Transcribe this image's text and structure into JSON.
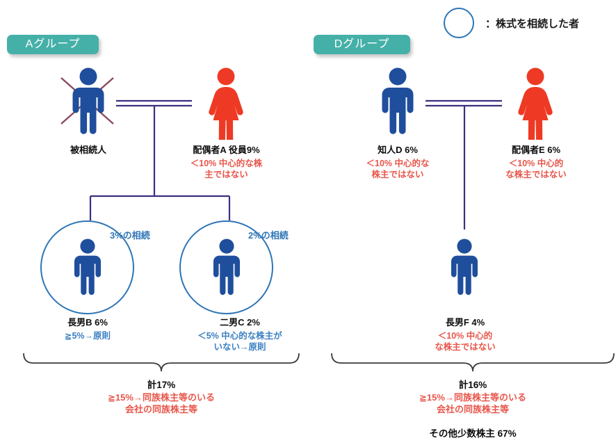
{
  "legend": {
    "symbol": "circle-outline",
    "text": "：株式を相続した者"
  },
  "groups": [
    {
      "id": "A",
      "badge_label": "Aグループ"
    },
    {
      "id": "D",
      "badge_label": "Dグループ"
    }
  ],
  "colors": {
    "male_figure": "#1f4e9c",
    "female_figure": "#ee3a24",
    "badge_teal": "#45b0a8",
    "link_line": "#3b2f7f",
    "circle_blue": "#2e75b6",
    "note_red": "#e8564b",
    "note_blue": "#3a7fc1",
    "cross_mark": "#8a4a5e",
    "brace": "#3a3a3a"
  },
  "group_a": {
    "decedent": {
      "icon": "male-figure-crossed",
      "name": "被相続人",
      "note": "",
      "crossed_out": true
    },
    "spouse": {
      "icon": "female-figure",
      "name": "配偶者A 役員9%",
      "note_line1": "＜10% 中心的な株",
      "note_line2": "主ではない",
      "note_color": "red"
    },
    "children": [
      {
        "icon": "male-figure",
        "circled": true,
        "inherit_note": "3%の相続",
        "name": "長男B 6%",
        "note_line1": "≧5%→原則",
        "note_line2": "",
        "note_color": "blue"
      },
      {
        "icon": "male-figure",
        "circled": true,
        "inherit_note": "2%の相続",
        "name": "二男C 2%",
        "note_line1": "＜5% 中心的な株主が",
        "note_line2": "いない→原則",
        "note_color": "blue"
      }
    ],
    "summary": {
      "total": "計17%",
      "detail_line1": "≧15%→同族株主等のいる",
      "detail_line2": "会社の同族株主等"
    }
  },
  "group_d": {
    "acquaintance": {
      "icon": "male-figure",
      "name": "知人D 6%",
      "note_line1": "＜10% 中心的な",
      "note_line2": "株主ではない",
      "note_color": "red"
    },
    "spouse": {
      "icon": "female-figure",
      "name": "配偶者E 6%",
      "note_line1": "＜10% 中心的",
      "note_line2": "な株主ではない",
      "note_color": "red"
    },
    "child": {
      "icon": "male-figure",
      "circled": false,
      "name": "長男F 4%",
      "note_line1": "＜10% 中心的",
      "note_line2": "な株主ではない",
      "note_color": "red"
    },
    "summary": {
      "total": "計16%",
      "detail_line1": "≧15%→同族株主等のいる",
      "detail_line2": "会社の同族株主等"
    },
    "minority": "その他少数株主 67%"
  },
  "chart_data": {
    "type": "diagram",
    "title": "同族株主判定図",
    "shareholders": [
      {
        "label": "被相続人",
        "group": "A",
        "pct": null
      },
      {
        "label": "配偶者A 役員",
        "group": "A",
        "pct": 9
      },
      {
        "label": "長男B",
        "group": "A",
        "pct": 6,
        "inherited": 3
      },
      {
        "label": "二男C",
        "group": "A",
        "pct": 2,
        "inherited": 2
      },
      {
        "label": "知人D",
        "group": "D",
        "pct": 6
      },
      {
        "label": "配偶者E",
        "group": "D",
        "pct": 6
      },
      {
        "label": "長男F",
        "group": "D",
        "pct": 4
      },
      {
        "label": "その他少数株主",
        "group": "other",
        "pct": 67
      }
    ],
    "group_totals": {
      "A": 17,
      "D": 16
    }
  }
}
